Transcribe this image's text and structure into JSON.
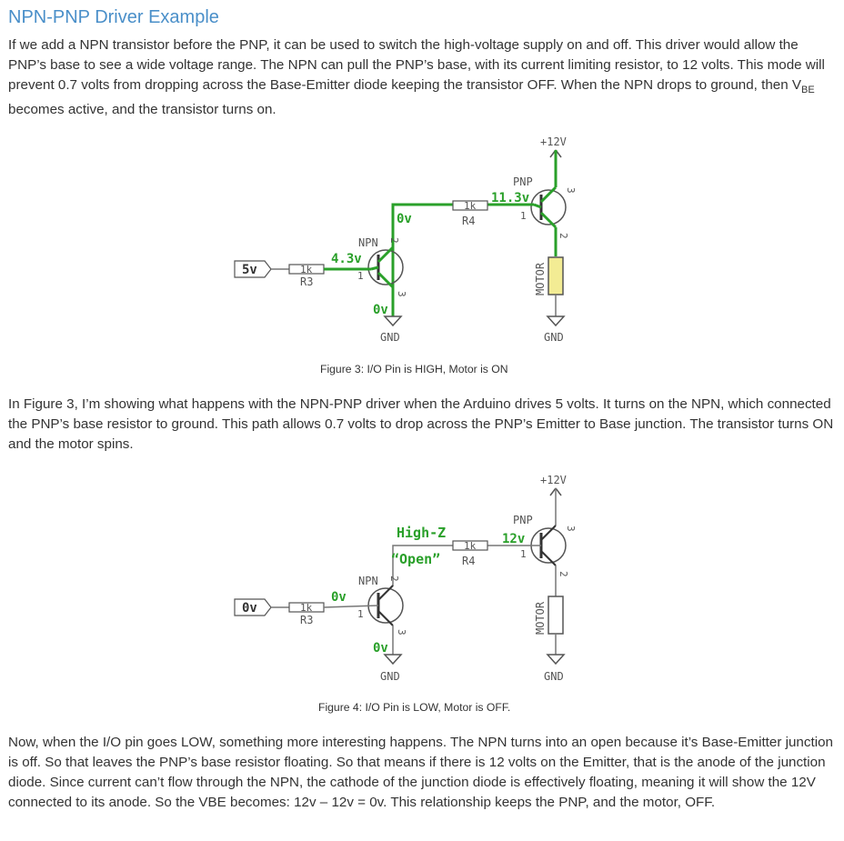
{
  "article": {
    "title": "NPN-PNP Driver Example",
    "para1_a": "If we add a NPN transistor before the PNP, it can be used to switch the high-voltage supply on and off. This driver would allow the PNP’s base to see a wide voltage range. The NPN can pull the PNP’s base, with its current limiting resistor, to 12 volts. This mode will prevent 0.7 volts from dropping across the Base-Emitter diode keeping the transistor OFF. When the NPN drops to ground, then V",
    "para1_sub": "BE",
    "para1_b": " becomes active, and the transistor turns on.",
    "para2": "In Figure 3, I’m showing what happens with the NPN-PNP driver when the Arduino drives 5 volts. It turns on the NPN, which connected the PNP’s base resistor to ground. This path allows 0.7 volts to drop across the PNP’s Emitter to Base junction. The transistor turns ON and the motor spins.",
    "para3": "Now, when the I/O pin goes LOW, something more interesting happens. The NPN turns into an open because it’s Base-Emitter junction is off. So that leaves the PNP’s base resistor floating. So that means if there is 12 volts on the Emitter, that is the anode of the junction diode. Since current can’t flow through the NPN, the cathode of the junction diode is effectively floating, meaning it will show the 12V connected to its anode. So the VBE becomes: 12v – 12v = 0v. This relationship keeps the PNP, and the motor, OFF."
  },
  "figure3": {
    "caption": "Figure 3: I/O Pin is HIGH, Motor is ON",
    "supply": "+12V",
    "pnp": "PNP",
    "npn": "NPN",
    "r4_value": "1k",
    "r4_name": "R4",
    "r3_value": "1k",
    "r3_name": "R3",
    "motor": "MOTOR",
    "gnd_left": "GND",
    "gnd_right": "GND",
    "input": "5v",
    "v_base_npn": "4.3v",
    "v_collector": "0v",
    "v_pnp_base": "11.3v",
    "v_emitter": "0v",
    "pin1_npn": "1",
    "pin2_npn": "2",
    "pin3_npn": "3",
    "pin1_pnp": "1",
    "pin2_pnp": "2",
    "pin3_pnp": "3"
  },
  "figure4": {
    "caption": "Figure 4: I/O Pin is LOW, Motor is OFF.",
    "supply": "+12V",
    "pnp": "PNP",
    "npn": "NPN",
    "r4_value": "1k",
    "r4_name": "R4",
    "r3_value": "1k",
    "r3_name": "R3",
    "motor": "MOTOR",
    "gnd_left": "GND",
    "gnd_right": "GND",
    "input": "0v",
    "v_base_npn": "0v",
    "highz": "High-Z",
    "open": "“Open”",
    "v_pnp_base": "12v",
    "v_emitter": "0v",
    "pin1_npn": "1",
    "pin2_npn": "2",
    "pin3_npn": "3",
    "pin1_pnp": "1",
    "pin2_pnp": "2",
    "pin3_pnp": "3"
  },
  "colors": {
    "title": "#4a8fc9",
    "active_trace": "#2aa02a",
    "motor_on": "#f3ec94",
    "wire": "#777777"
  }
}
